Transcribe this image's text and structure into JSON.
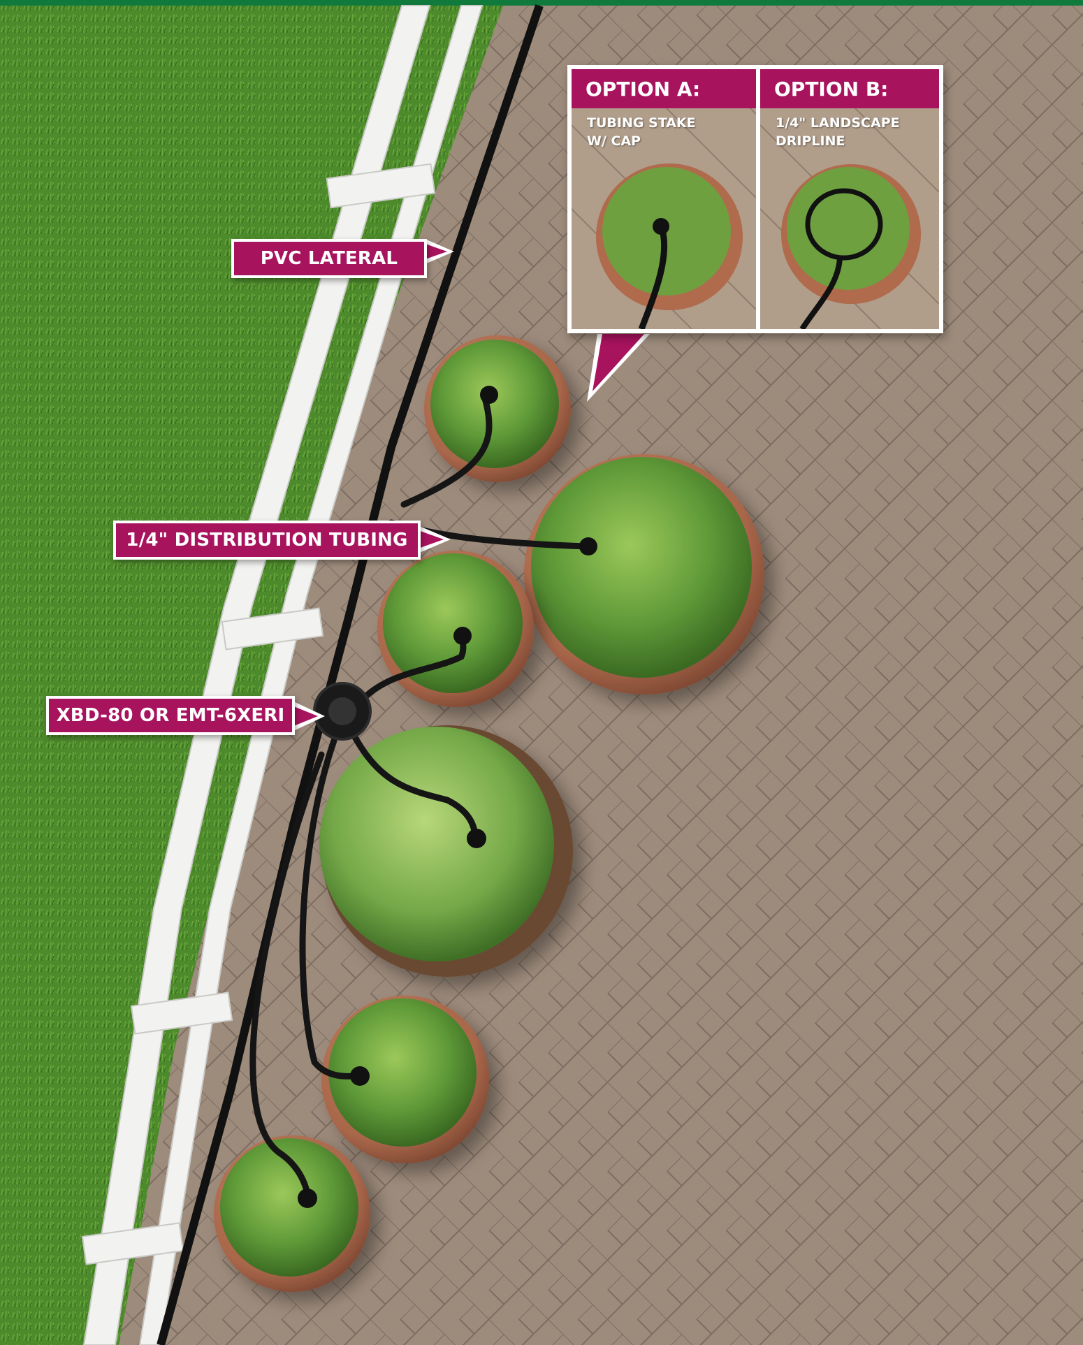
{
  "colors": {
    "accent": "#a8135e",
    "top_bar": "#0f7a3c",
    "lawn": "#4f8a2e",
    "pavers": "#9c8a7b",
    "pipe": "#111111"
  },
  "labels": {
    "pvc_lateral": "PVC LATERAL",
    "distribution_tubing": "1/4\" DISTRIBUTION TUBING",
    "device": "XBD-80 OR EMT-6XERI"
  },
  "options": {
    "a": {
      "title": "OPTION A:",
      "subtitle": "TUBING STAKE\nW/ CAP"
    },
    "b": {
      "title": "OPTION B:",
      "subtitle": "1/4\" LANDSCAPE\nDRIPLINE"
    }
  }
}
